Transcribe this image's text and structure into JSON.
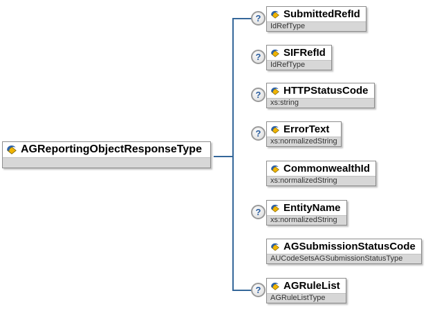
{
  "diagram": {
    "root": {
      "title": "AGReportingObjectResponseType",
      "subtitle": ""
    },
    "children": [
      {
        "title": "SubmittedRefId",
        "subtitle": "IdRefType",
        "optional": true
      },
      {
        "title": "SIFRefId",
        "subtitle": "IdRefType",
        "optional": true
      },
      {
        "title": "HTTPStatusCode",
        "subtitle": "xs:string",
        "optional": true
      },
      {
        "title": "ErrorText",
        "subtitle": "xs:normalizedString",
        "optional": true
      },
      {
        "title": "CommonwealthId",
        "subtitle": "xs:normalizedString",
        "optional": false
      },
      {
        "title": "EntityName",
        "subtitle": "xs:normalizedString",
        "optional": true
      },
      {
        "title": "AGSubmissionStatusCode",
        "subtitle": "AUCodeSetsAGSubmissionStatusType",
        "optional": false
      },
      {
        "title": "AGRuleList",
        "subtitle": "AGRuleListType",
        "optional": true
      }
    ],
    "optional_marker": "?",
    "colors": {
      "line": "#336699",
      "subtitle_bg": "#d7d7d7",
      "box_border": "#8c8c8c",
      "marker_text": "#2a5d9e",
      "icon_blue": "#2e62a6",
      "icon_yellow": "#f0b400"
    }
  }
}
